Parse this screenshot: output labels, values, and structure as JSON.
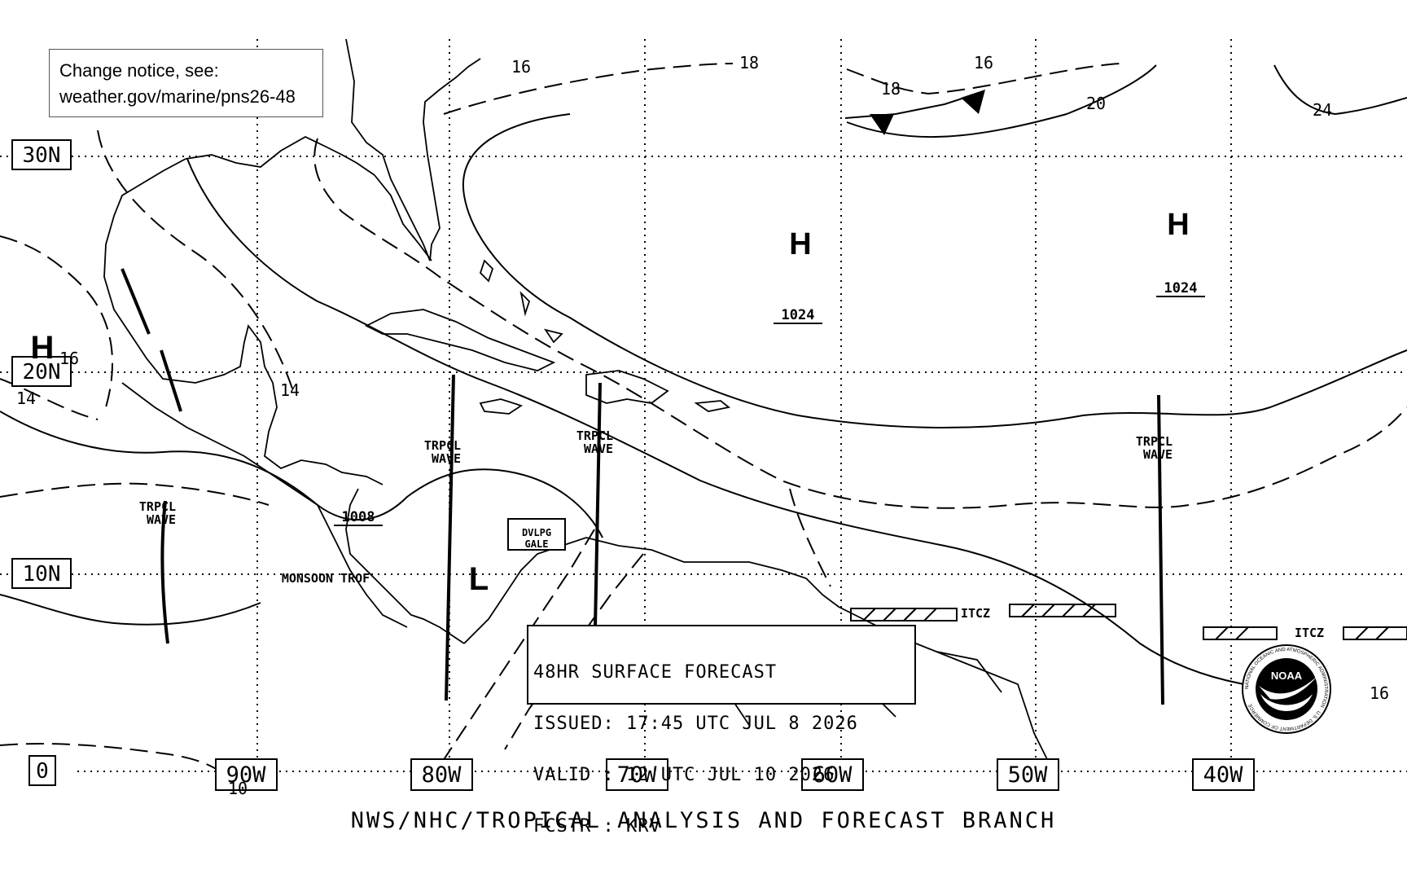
{
  "notice": {
    "line1": "Change notice, see:",
    "line2": "weather.gov/marine/pns26-48"
  },
  "latitude_labels": [
    "30N",
    "20N",
    "10N",
    "0"
  ],
  "longitude_labels": [
    "90W",
    "80W",
    "70W",
    "60W",
    "50W",
    "40W"
  ],
  "pressure_centers": [
    {
      "type": "H",
      "pressure": "1024"
    },
    {
      "type": "H",
      "pressure": "1024"
    },
    {
      "type": "H",
      "pressure": ""
    },
    {
      "type": "L",
      "pressure": "1008"
    }
  ],
  "isobar_labels": [
    "16",
    "18",
    "18",
    "16",
    "20",
    "24",
    "16",
    "14",
    "14",
    "16",
    "10"
  ],
  "features": {
    "tropical_wave": "TRPCL WAVE",
    "monsoon_trough": "MONSOON TROF",
    "itcz": "ITCZ",
    "gale_warning": "DVLPG GALE"
  },
  "forecast_box": {
    "title": "48HR SURFACE FORECAST",
    "issued": "ISSUED: 17:45 UTC JUL 8 2026",
    "valid": "VALID : 12 UTC JUL 10 2026",
    "forecaster": "FCSTR : KRV"
  },
  "logo": {
    "text": "NOAA",
    "ring_text": "NATIONAL OCEANIC AND ATMOSPHERIC ADMINISTRATION · U.S. DEPARTMENT OF COMMERCE"
  },
  "footer": "NWS/NHC/TROPICAL ANALYSIS AND FORECAST BRANCH"
}
